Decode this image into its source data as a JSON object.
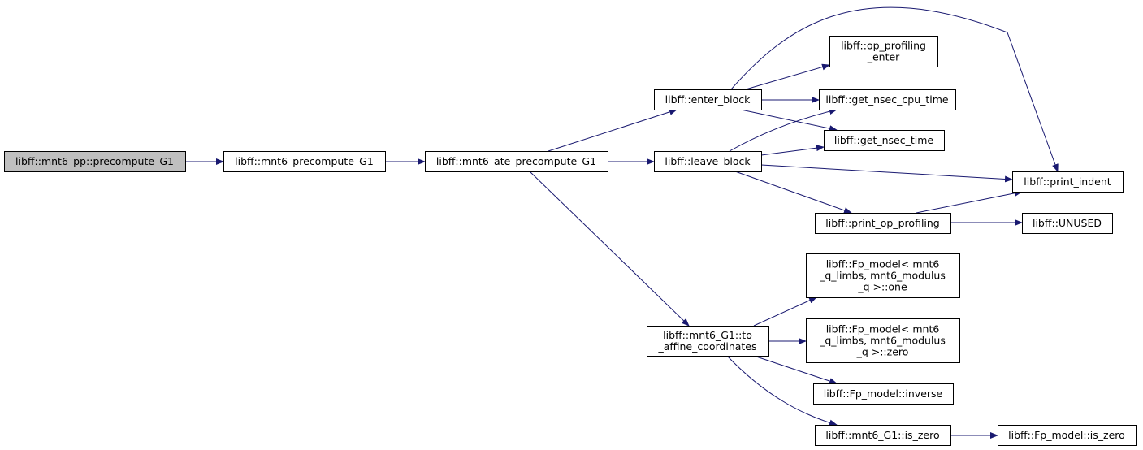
{
  "diagram": {
    "colors": {
      "root_fill": "#bfbfbf",
      "node_fill": "#ffffff",
      "node_stroke": "#000000",
      "edge": "#191970"
    },
    "nodes": [
      {
        "id": "precompute-g1-pp",
        "lines": [
          "libff::mnt6_pp::precompute_G1"
        ],
        "root": true
      },
      {
        "id": "mnt6-precompute-g1",
        "lines": [
          "libff::mnt6_precompute_G1"
        ]
      },
      {
        "id": "mnt6-ate-precompute-g1",
        "lines": [
          "libff::mnt6_ate_precompute_G1"
        ]
      },
      {
        "id": "enter-block",
        "lines": [
          "libff::enter_block"
        ]
      },
      {
        "id": "leave-block",
        "lines": [
          "libff::leave_block"
        ]
      },
      {
        "id": "to-affine-coordinates",
        "lines": [
          "libff::mnt6_G1::to",
          "_affine_coordinates"
        ]
      },
      {
        "id": "op-profiling-enter",
        "lines": [
          "libff::op_profiling",
          "_enter"
        ]
      },
      {
        "id": "get-nsec-cpu-time",
        "lines": [
          "libff::get_nsec_cpu_time"
        ]
      },
      {
        "id": "get-nsec-time",
        "lines": [
          "libff::get_nsec_time"
        ]
      },
      {
        "id": "print-indent",
        "lines": [
          "libff::print_indent"
        ]
      },
      {
        "id": "print-op-profiling",
        "lines": [
          "libff::print_op_profiling"
        ]
      },
      {
        "id": "unused",
        "lines": [
          "libff::UNUSED"
        ]
      },
      {
        "id": "fp-model-one",
        "lines": [
          "libff::Fp_model< mnt6",
          "_q_limbs, mnt6_modulus",
          "_q >::one"
        ]
      },
      {
        "id": "fp-model-zero",
        "lines": [
          "libff::Fp_model< mnt6",
          "_q_limbs, mnt6_modulus",
          "_q >::zero"
        ]
      },
      {
        "id": "fp-model-inverse",
        "lines": [
          "libff::Fp_model::inverse"
        ]
      },
      {
        "id": "mnt6-g1-is-zero",
        "lines": [
          "libff::mnt6_G1::is_zero"
        ]
      },
      {
        "id": "fp-model-is-zero",
        "lines": [
          "libff::Fp_model::is_zero"
        ]
      }
    ],
    "edges": [
      {
        "from": "precompute-g1-pp",
        "to": "mnt6-precompute-g1"
      },
      {
        "from": "mnt6-precompute-g1",
        "to": "mnt6-ate-precompute-g1"
      },
      {
        "from": "mnt6-ate-precompute-g1",
        "to": "enter-block"
      },
      {
        "from": "mnt6-ate-precompute-g1",
        "to": "leave-block"
      },
      {
        "from": "mnt6-ate-precompute-g1",
        "to": "to-affine-coordinates"
      },
      {
        "from": "enter-block",
        "to": "op-profiling-enter"
      },
      {
        "from": "enter-block",
        "to": "get-nsec-cpu-time"
      },
      {
        "from": "enter-block",
        "to": "get-nsec-time"
      },
      {
        "from": "enter-block",
        "to": "print-indent"
      },
      {
        "from": "leave-block",
        "to": "get-nsec-cpu-time"
      },
      {
        "from": "leave-block",
        "to": "get-nsec-time"
      },
      {
        "from": "leave-block",
        "to": "print-indent"
      },
      {
        "from": "leave-block",
        "to": "print-op-profiling"
      },
      {
        "from": "print-op-profiling",
        "to": "print-indent"
      },
      {
        "from": "print-op-profiling",
        "to": "unused"
      },
      {
        "from": "to-affine-coordinates",
        "to": "fp-model-one"
      },
      {
        "from": "to-affine-coordinates",
        "to": "fp-model-zero"
      },
      {
        "from": "to-affine-coordinates",
        "to": "fp-model-inverse"
      },
      {
        "from": "to-affine-coordinates",
        "to": "mnt6-g1-is-zero"
      },
      {
        "from": "mnt6-g1-is-zero",
        "to": "fp-model-is-zero"
      }
    ]
  }
}
